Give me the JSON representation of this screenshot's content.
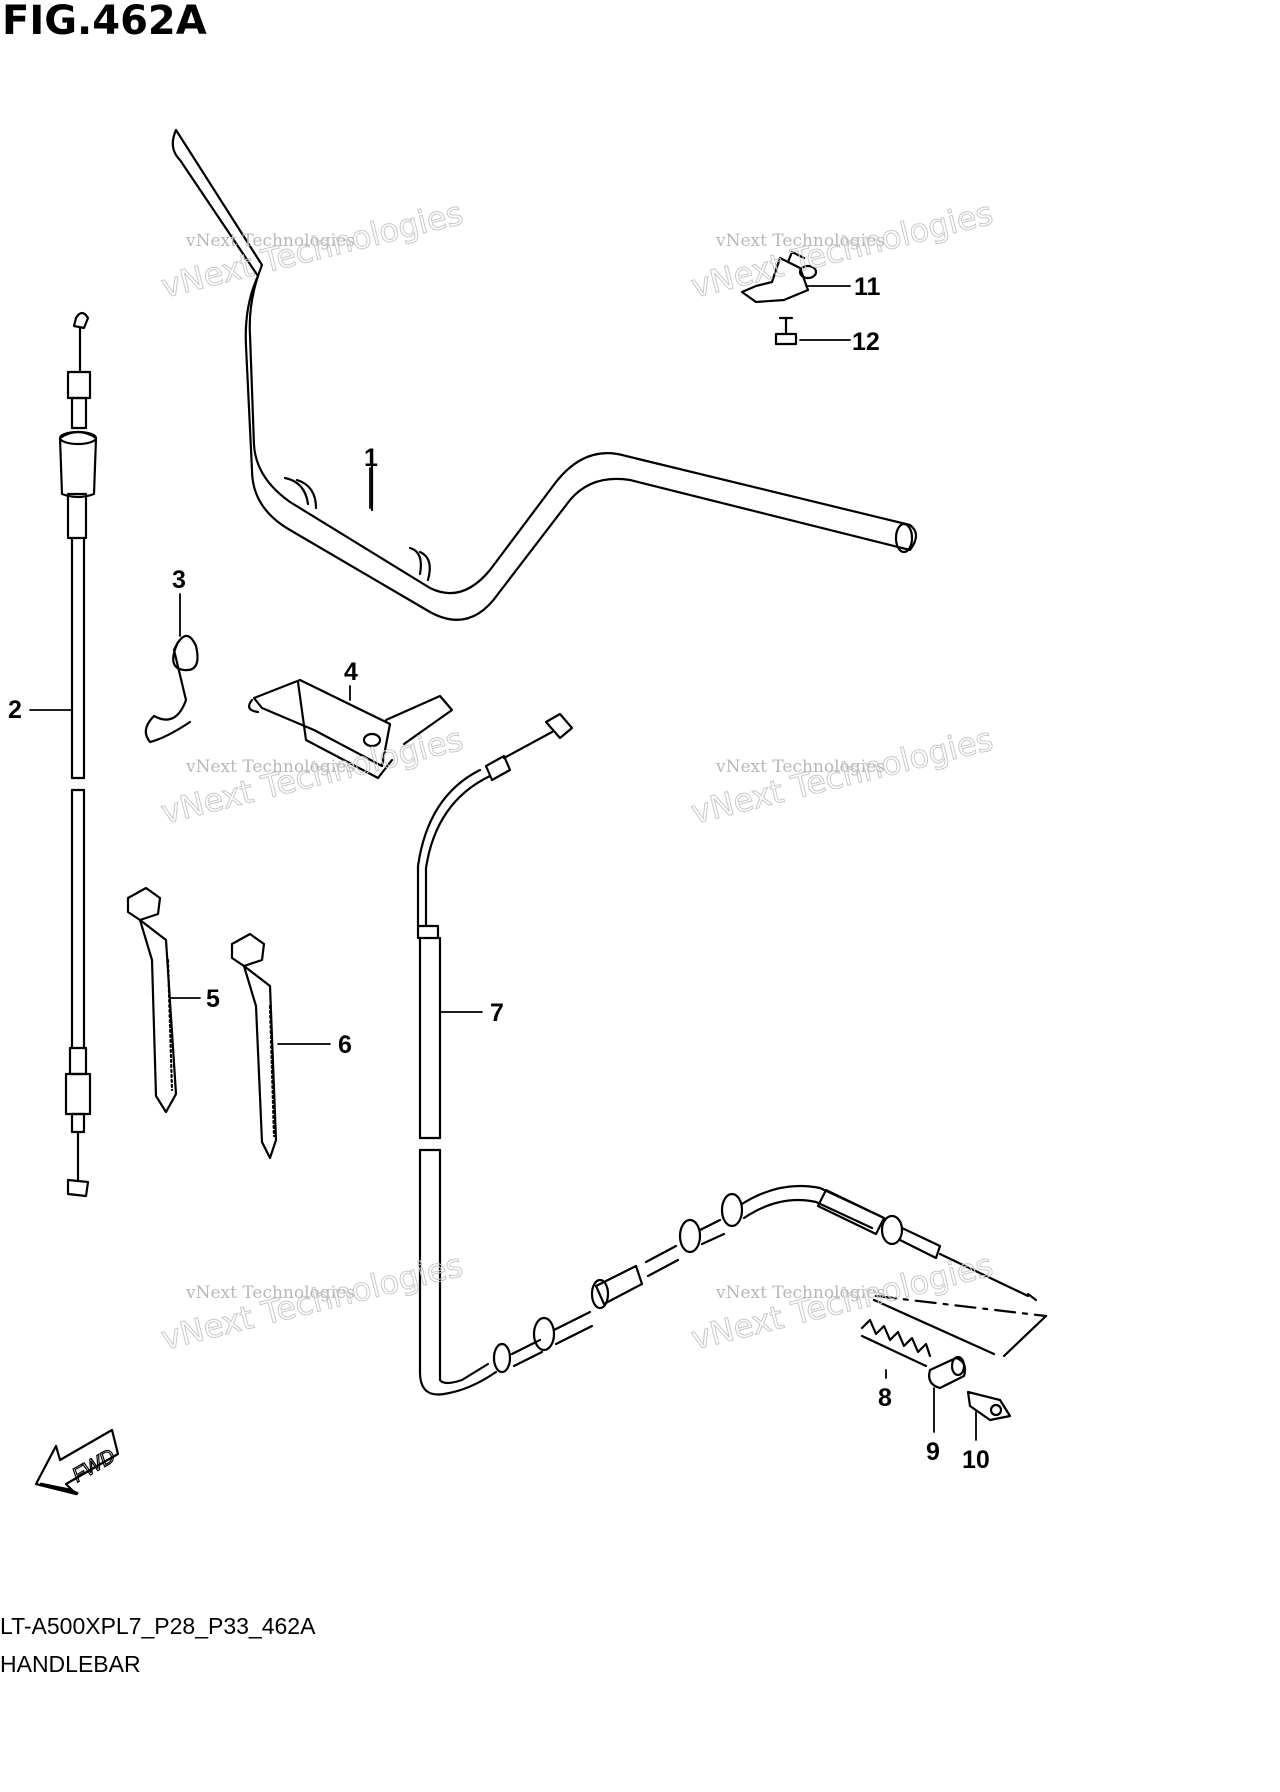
{
  "figure_title": "FIG.462A",
  "model_code": "LT-A500XPL7_P28_P33_462A",
  "section_name": "HANDLEBAR",
  "fwd_label": "FWD",
  "watermark": {
    "line1": "vNext Technologies",
    "line2": "vNext Technologies"
  },
  "callouts": {
    "p1": "1",
    "p2": "2",
    "p3": "3",
    "p4": "4",
    "p5": "5",
    "p6": "6",
    "p7": "7",
    "p8": "8",
    "p9": "9",
    "p10": "10",
    "p11": "11",
    "p12": "12"
  }
}
